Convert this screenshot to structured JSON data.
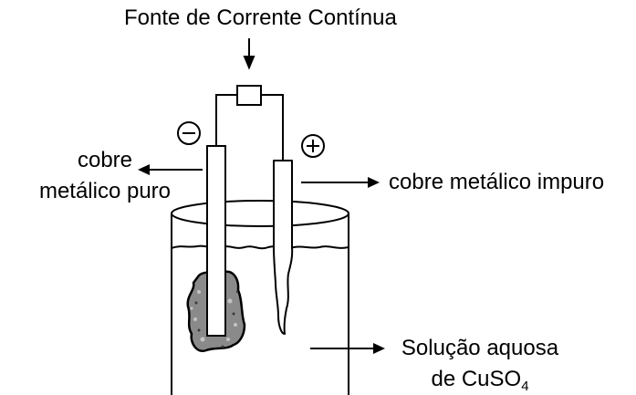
{
  "labels": {
    "power_source": "Fonte de Corrente Contínua",
    "negative_symbol": "−",
    "positive_symbol": "+",
    "cathode_line1": "cobre",
    "cathode_line2": "metálico puro",
    "anode": "cobre metálico impuro",
    "solution_line1": "Solução aquosa",
    "solution_line2_prefix": "de CuSO",
    "solution_subscript": "4"
  }
}
